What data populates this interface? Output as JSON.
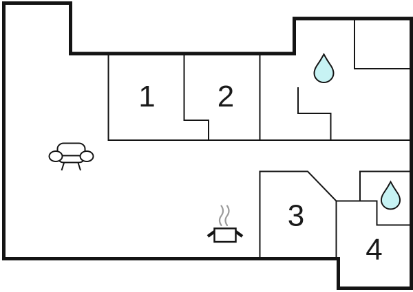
{
  "floor_plan": {
    "type": "apartment-floor-plan",
    "rooms": [
      {
        "id": "room-1",
        "label": "1"
      },
      {
        "id": "room-2",
        "label": "2"
      },
      {
        "id": "room-3",
        "label": "3"
      },
      {
        "id": "room-4",
        "label": "4"
      }
    ],
    "icons": [
      {
        "name": "water-drop-icon",
        "meaning": "bathroom fixture (top bathroom)"
      },
      {
        "name": "water-drop-icon",
        "meaning": "bathroom fixture (lower bathroom)"
      },
      {
        "name": "sofa-icon",
        "meaning": "living room seating"
      },
      {
        "name": "stove-pot-icon",
        "meaning": "kitchen cooking area"
      }
    ],
    "colors": {
      "wall": "#141414",
      "drop_fill": "#c7f3f4",
      "steam": "#9b9b9b",
      "background": "#ffffff"
    }
  }
}
